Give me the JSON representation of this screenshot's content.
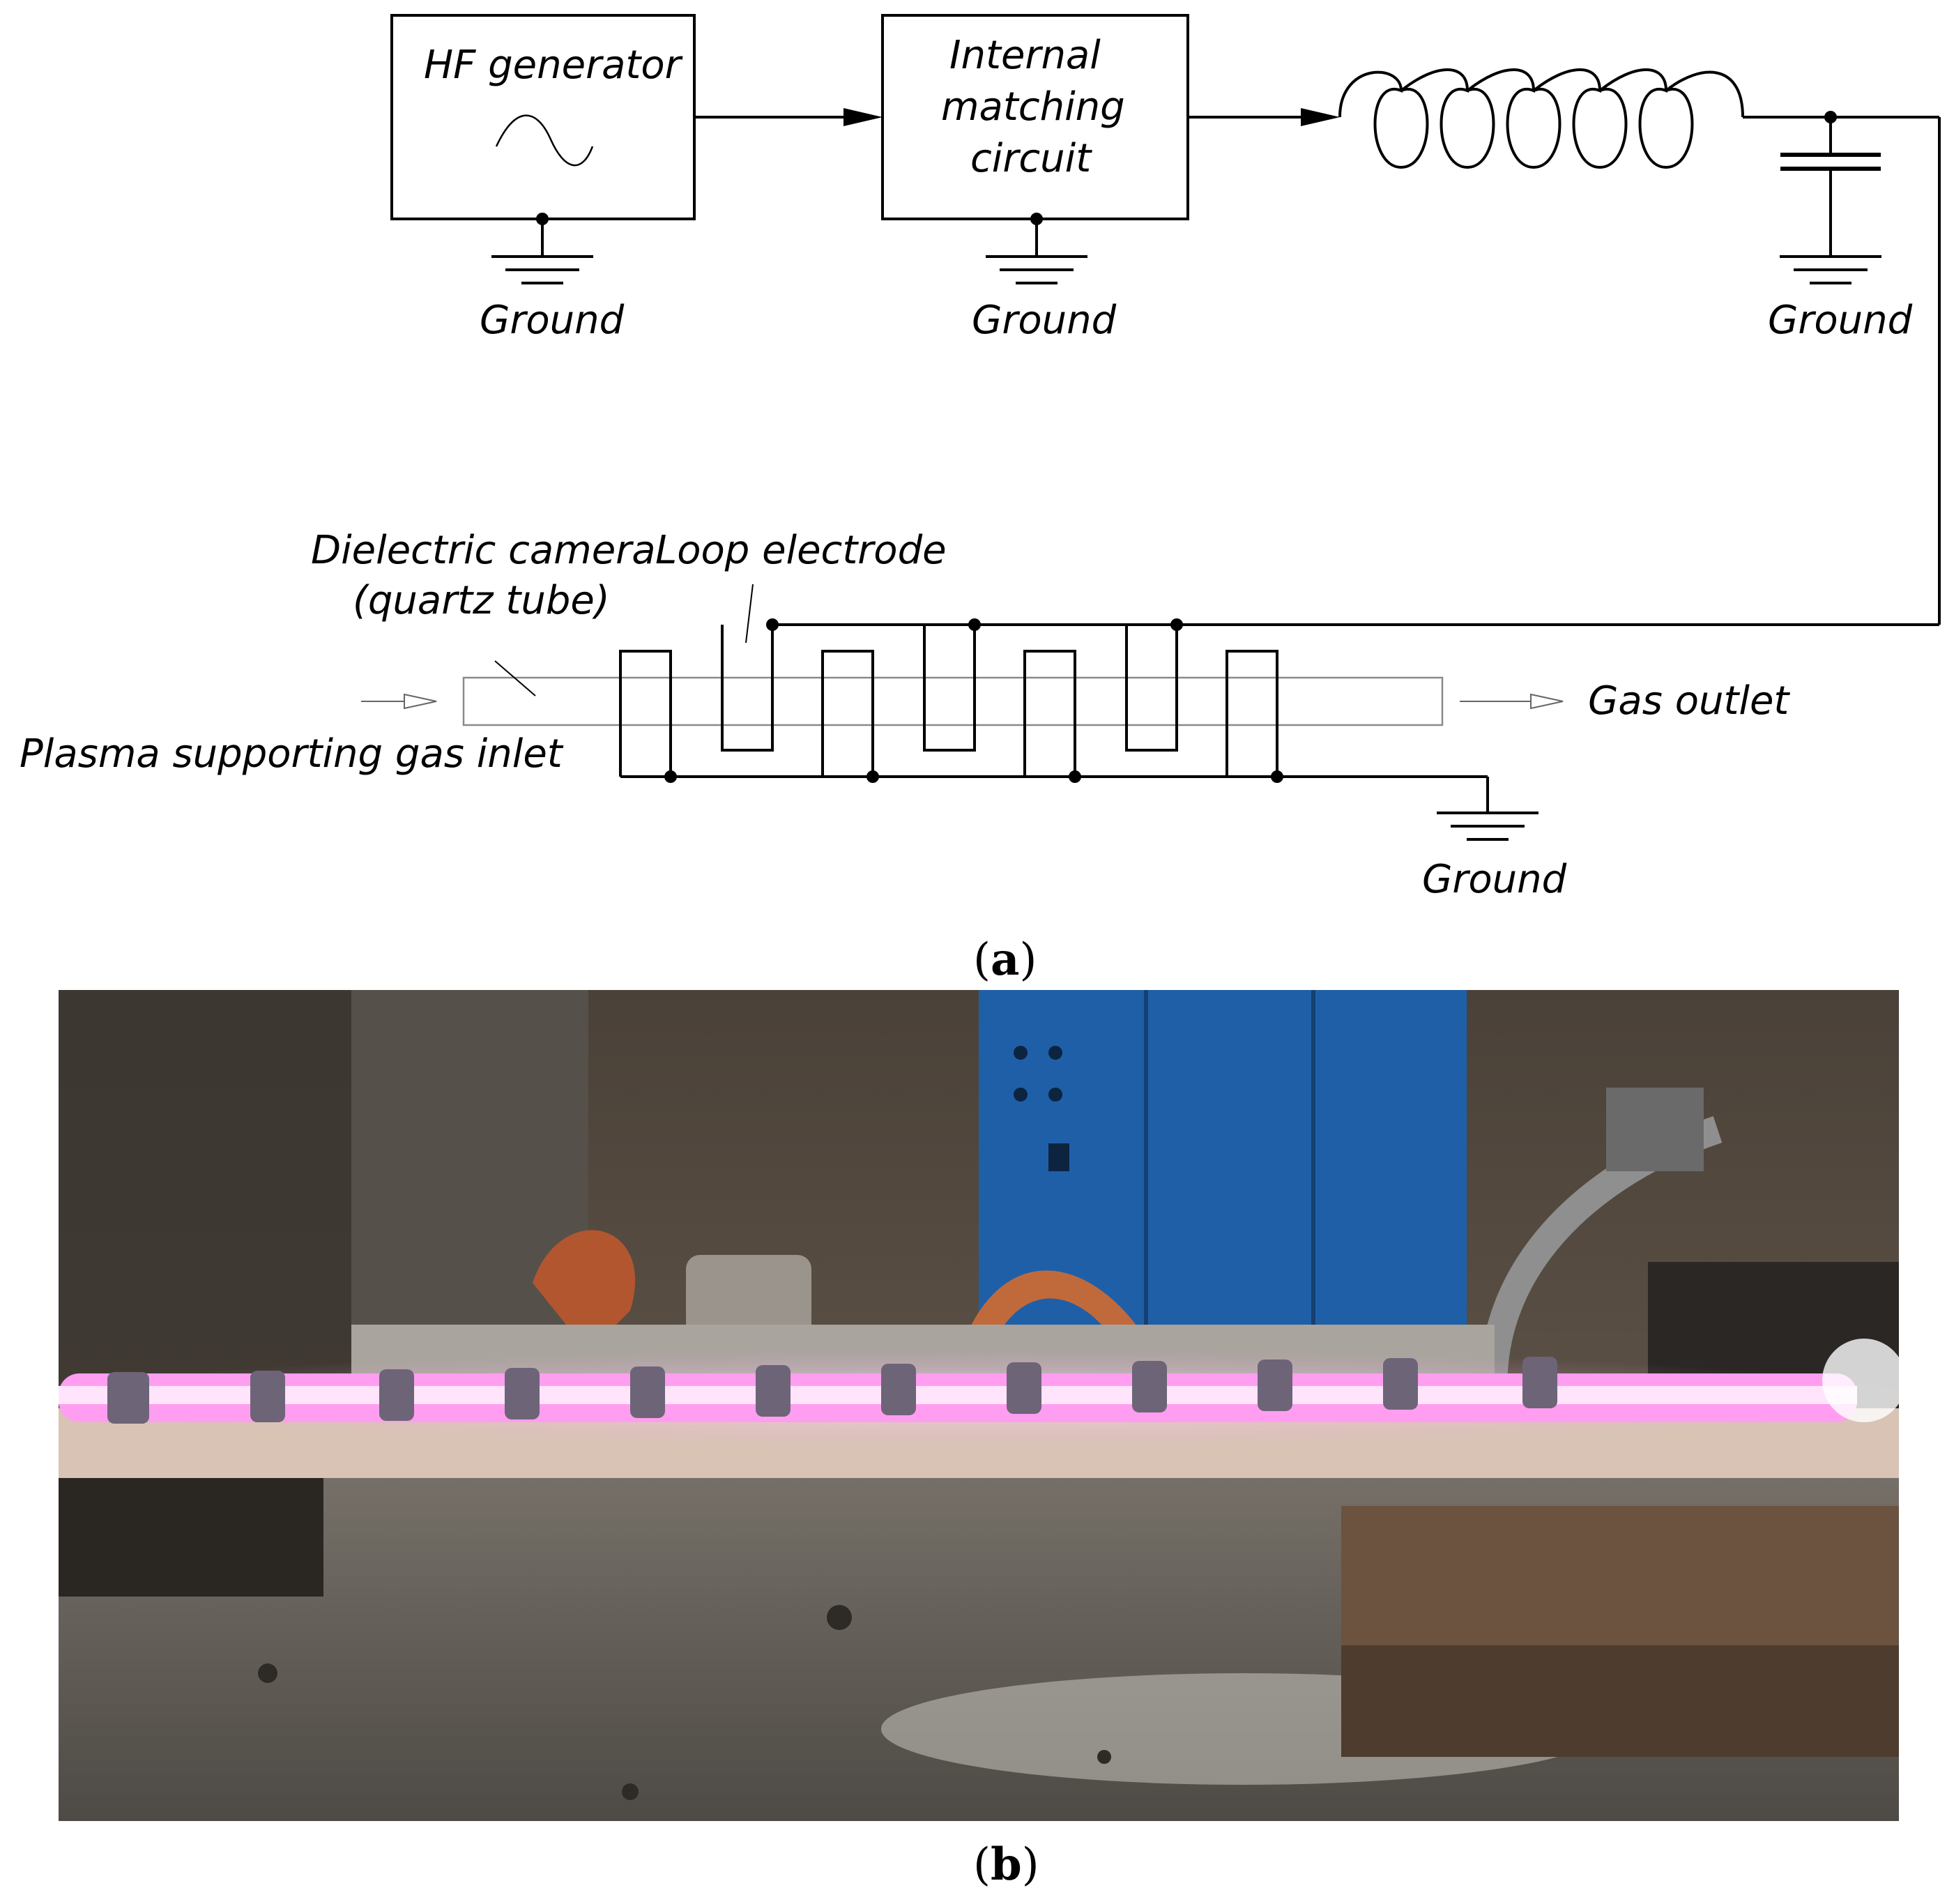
{
  "diagram": {
    "hf_generator": "HF generator",
    "matching_line1": "Internal",
    "matching_line2": "matching",
    "matching_line3": "circuit",
    "ground_1": "Ground",
    "ground_2": "Ground",
    "ground_3": "Ground",
    "ground_4": "Ground",
    "dielectric_line1": "Dielectric camera",
    "dielectric_line2": "(quartz tube)",
    "loop_electrode": "Loop electrode",
    "gas_inlet": "Plasma supporting gas inlet",
    "gas_outlet": "Gas outlet"
  },
  "captions": {
    "a": "a",
    "b": "b"
  },
  "colors": {
    "line": "#000000",
    "tube": "#8a8a8a",
    "plasma": "#ff9ef0",
    "background": "#ffffff"
  }
}
